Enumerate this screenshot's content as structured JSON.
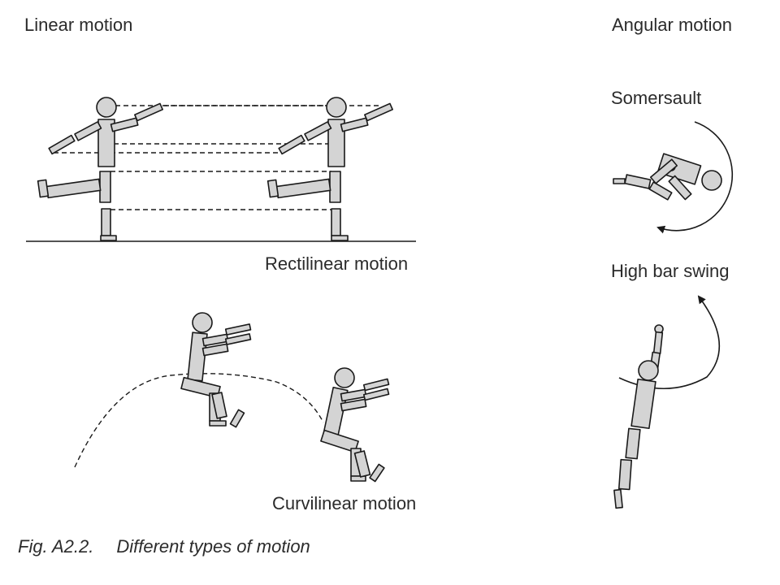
{
  "headings": {
    "linear": "Linear motion",
    "angular": "Angular motion"
  },
  "labels": {
    "rectilinear": "Rectilinear motion",
    "curvilinear": "Curvilinear motion",
    "somersault": "Somersault",
    "high_bar": "High bar swing"
  },
  "caption": {
    "number": "Fig. A2.2.",
    "text": "Different types of motion"
  },
  "colors": {
    "figure_fill": "#d4d4d4",
    "outline": "#1a1a1a",
    "background": "#ffffff"
  }
}
